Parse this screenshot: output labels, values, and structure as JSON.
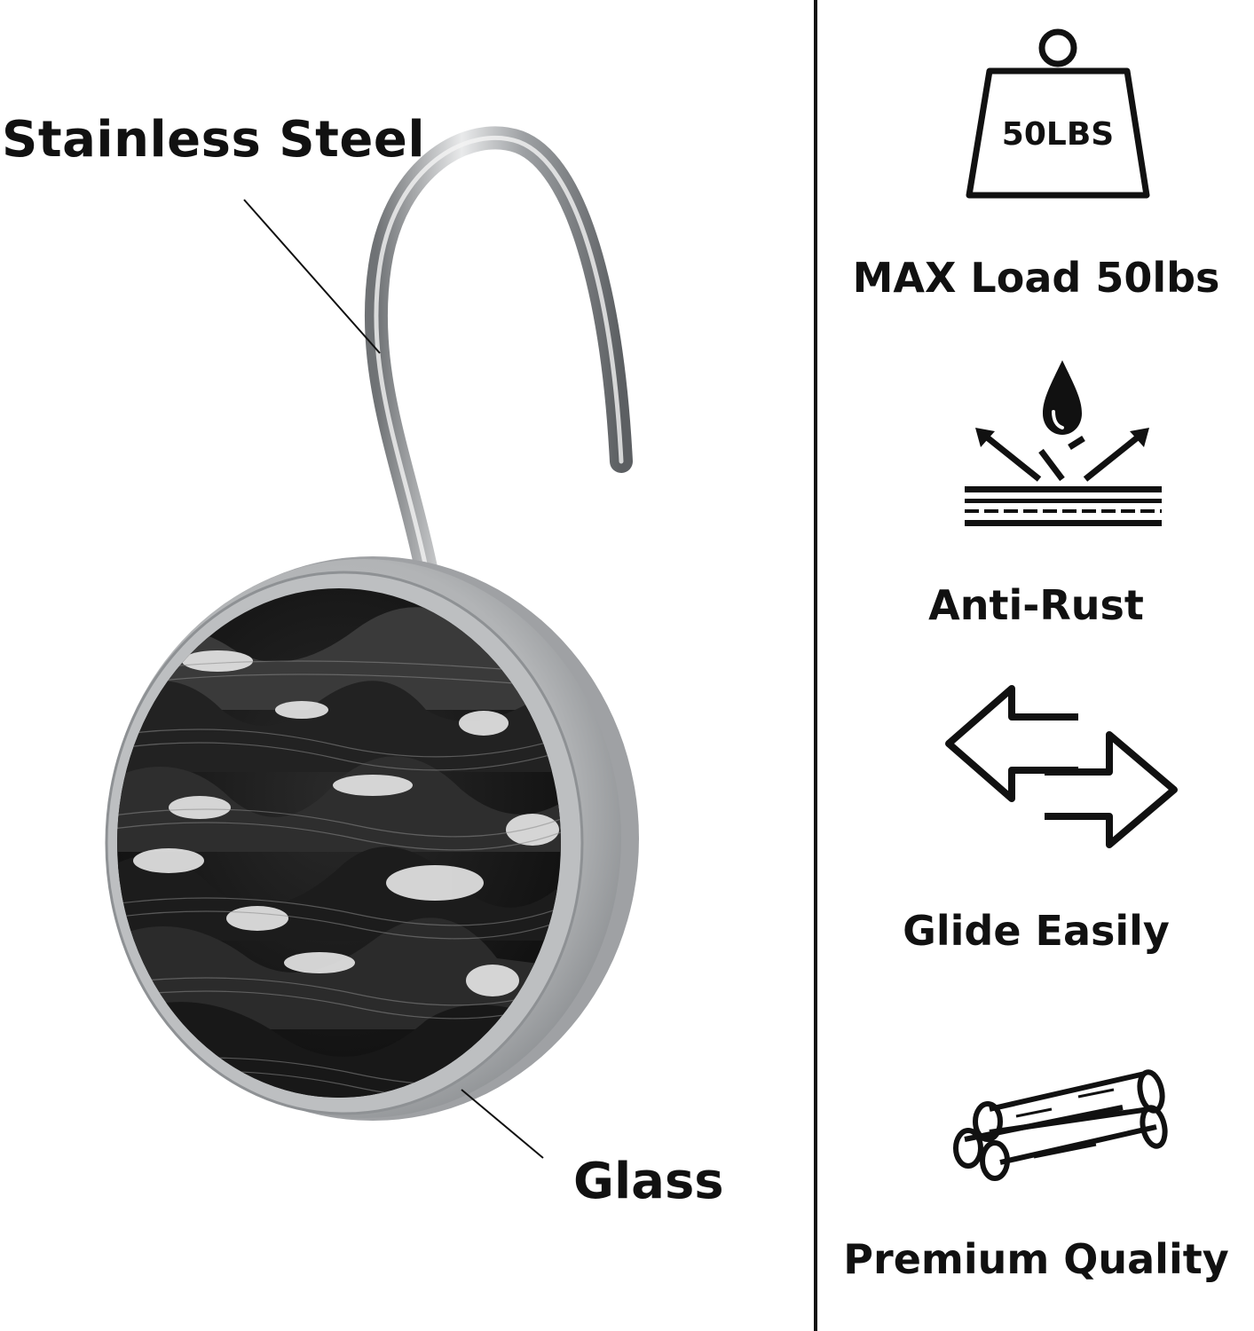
{
  "callouts": {
    "top": "Stainless Steel",
    "bottom": "Glass"
  },
  "features": [
    {
      "icon": "weight-icon",
      "label": "MAX Load 50lbs",
      "badge": "50LBS"
    },
    {
      "icon": "water-drop-repel-icon",
      "label": "Anti-Rust"
    },
    {
      "icon": "bidirectional-arrows-icon",
      "label": "Glide Easily"
    },
    {
      "icon": "rods-bundle-icon",
      "label": "Premium Quality"
    }
  ],
  "colors": {
    "background": "#ffffff",
    "ink": "#111111",
    "metal": "#a9abae",
    "artwork_dark": "#1a1a1a"
  }
}
